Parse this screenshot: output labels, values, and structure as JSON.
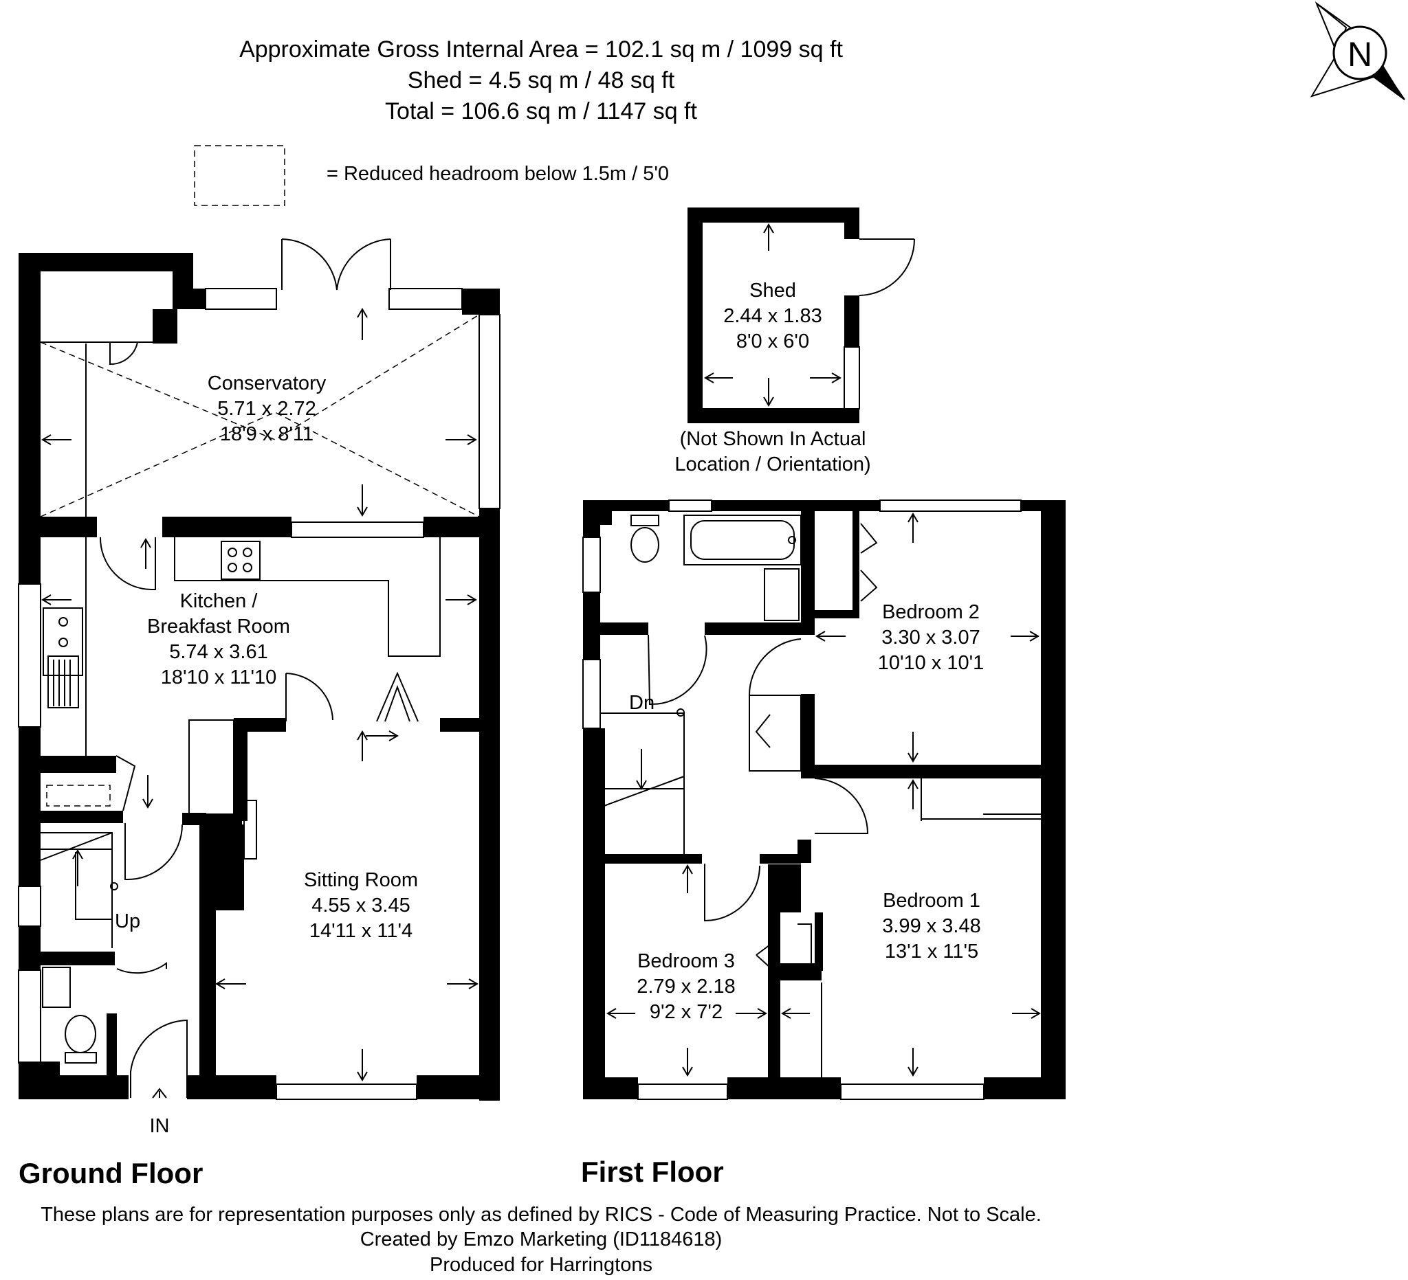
{
  "header": {
    "area_lines": [
      "Approximate Gross Internal Area = 102.1 sq m / 1099 sq ft",
      "Shed = 4.5 sq m / 48 sq ft",
      "Total = 106.6 sq m / 1147 sq ft"
    ],
    "legend_text": "= Reduced headroom below 1.5m / 5'0"
  },
  "compass": {
    "label": "N"
  },
  "ground_floor": {
    "title": "Ground Floor",
    "entrance_label": "IN",
    "stairs_label": "Up",
    "rooms": [
      {
        "name": "Conservatory",
        "metric": "5.71 x 2.72",
        "imperial": "18'9 x 8'11"
      },
      {
        "name": "Kitchen /",
        "name_line2": "Breakfast Room",
        "metric": "5.74 x 3.61",
        "imperial": "18'10 x 11'10"
      },
      {
        "name": "Sitting Room",
        "metric": "4.55 x 3.45",
        "imperial": "14'11 x 11'4"
      }
    ]
  },
  "first_floor": {
    "title": "First Floor",
    "stairs_label": "Dn",
    "rooms": [
      {
        "name": "Bedroom 2",
        "metric": "3.30 x 3.07",
        "imperial": "10'10 x 10'1"
      },
      {
        "name": "Bedroom 1",
        "metric": "3.99 x 3.48",
        "imperial": "13'1 x 11'5"
      },
      {
        "name": "Bedroom 3",
        "metric": "2.79 x 2.18",
        "imperial": "9'2 x 7'2"
      }
    ]
  },
  "shed": {
    "name": "Shed",
    "metric": "2.44 x 1.83",
    "imperial": "8'0 x 6'0",
    "note_line1": "(Not Shown In Actual",
    "note_line2": "Location / Orientation)"
  },
  "footer": {
    "lines": [
      "These plans are for representation purposes only as defined by RICS - Code of Measuring Practice. Not to Scale.",
      "Created by Emzo Marketing (ID1184618)",
      "Produced for Harringtons"
    ]
  }
}
